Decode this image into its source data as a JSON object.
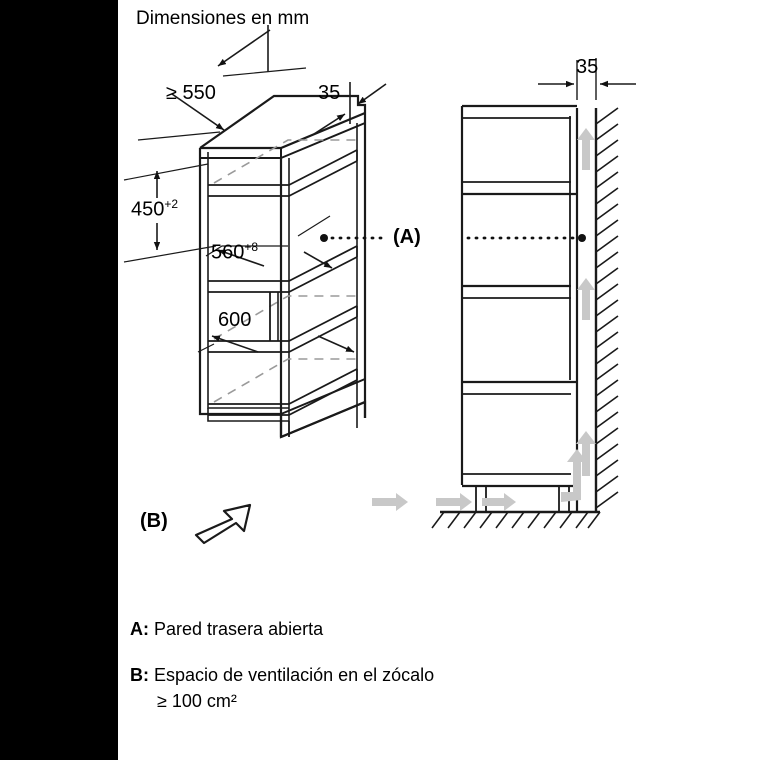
{
  "title": "Dimensiones en mm",
  "dimensions": {
    "depth_min": "≥ 550",
    "gap_top_left": "35",
    "gap_top_right": "35",
    "height_450": "450",
    "height_450_tol": "+2",
    "width_560": "560",
    "width_560_tol": "+8",
    "width_600": "600"
  },
  "callouts": {
    "a": "(A)",
    "b": "(B)"
  },
  "legend": {
    "a_key": "A:",
    "a_text": "Pared trasera abierta",
    "b_key": "B:",
    "b_text": "Espacio de ventilación en el zócalo",
    "b_text2": "≥ 100 cm²"
  },
  "colors": {
    "line": "#1a1a1a",
    "airflow": "#c8c8c8",
    "background": "#ffffff",
    "border": "#000000"
  },
  "icons": {
    "airflow_arrow": "airflow-arrow-icon",
    "dim_arrow": "dimension-arrow-icon",
    "pointer_arrow": "outline-pointer-arrow-icon"
  }
}
